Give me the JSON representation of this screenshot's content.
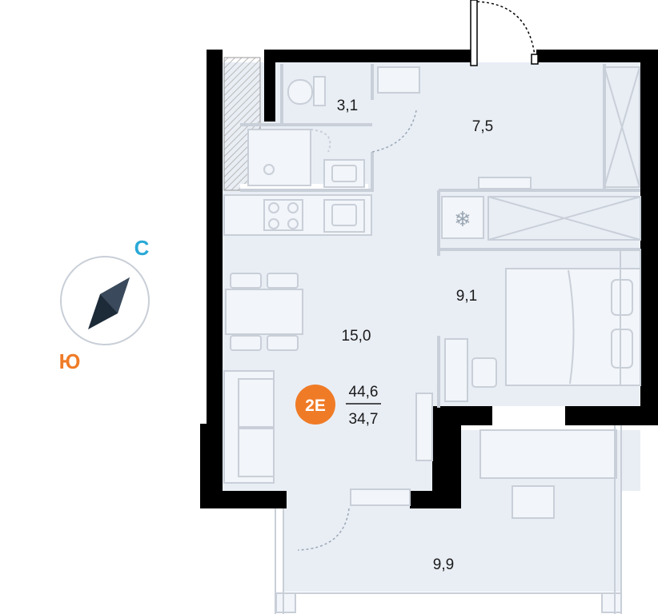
{
  "rooms": {
    "bathroom": "3,1",
    "hall": "7,5",
    "bedroom": "9,1",
    "living": "15,0",
    "terrace": "9,9"
  },
  "compass": {
    "north": "С",
    "south": "Ю"
  },
  "apartment": {
    "type": "2E",
    "total_area": "44,6",
    "living_area": "34,7"
  },
  "colors": {
    "floor": "#e9eef5",
    "wall": "#000000",
    "accent": "#f07b26",
    "north": "#29a9d6",
    "south": "#f07b26"
  }
}
